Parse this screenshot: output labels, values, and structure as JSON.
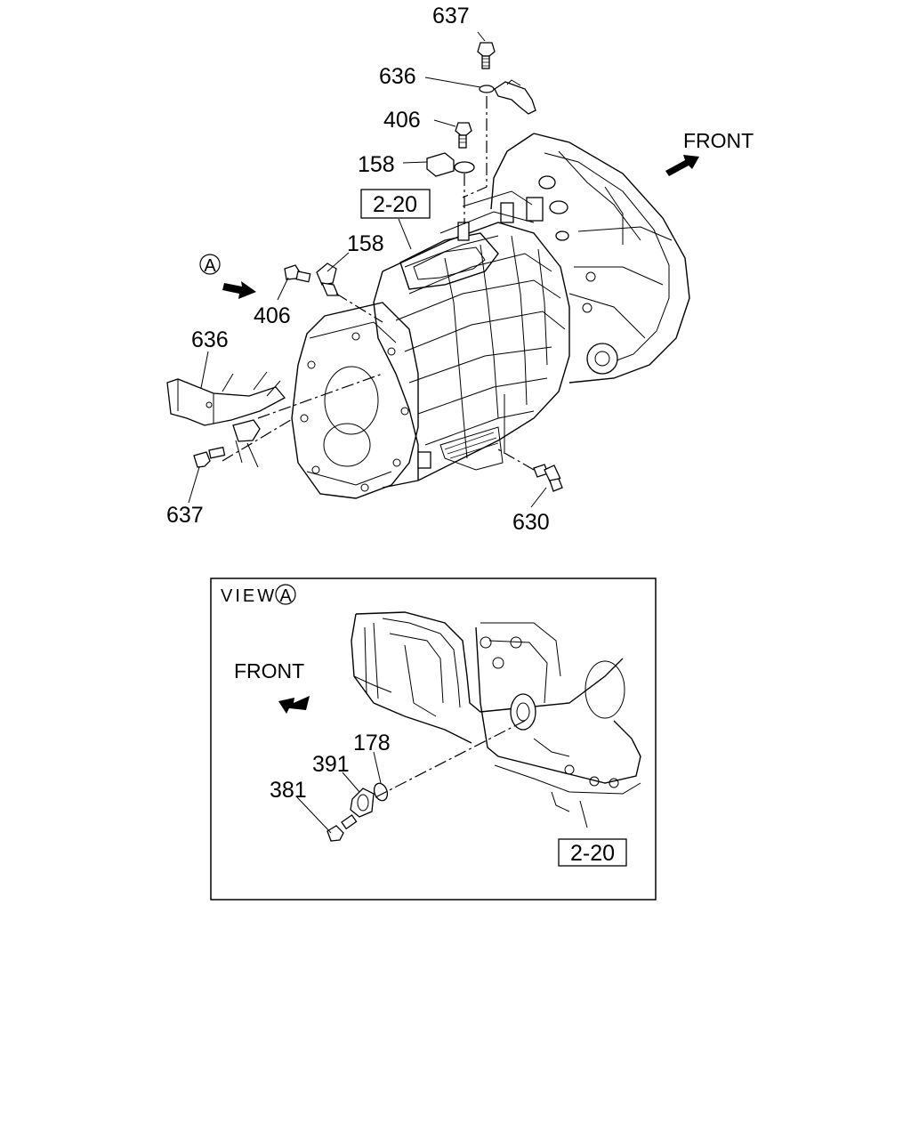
{
  "main_view": {
    "front_label": "FRONT",
    "view_marker": "A",
    "ref_box": "2-20",
    "callouts": {
      "c637_top": "637",
      "c636_top": "636",
      "c406_top": "406",
      "c158_top": "158",
      "c158_mid": "158",
      "c406_mid": "406",
      "c636_left": "636",
      "c637_bottom": "637",
      "c630": "630"
    }
  },
  "detail_view": {
    "title": "VIEW",
    "view_marker": "A",
    "front_label": "FRONT",
    "ref_box": "2-20",
    "callouts": {
      "c178": "178",
      "c391": "391",
      "c381": "381"
    }
  }
}
